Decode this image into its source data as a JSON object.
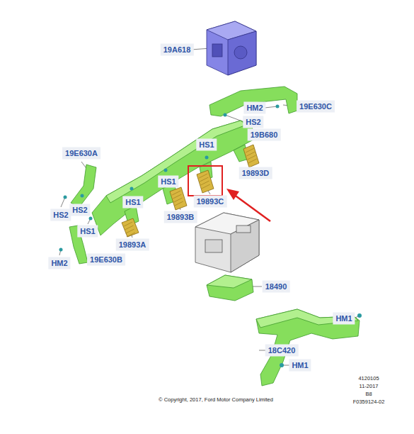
{
  "diagram": {
    "labels": [
      "19A618",
      "HM2",
      "HS2",
      "19E630C",
      "19B680",
      "HS1",
      "19893D",
      "19E630A",
      "HS1",
      "19893C",
      "HS2",
      "HS2",
      "HS1",
      "HS1",
      "19893B",
      "19893A",
      "HM2",
      "19E630B",
      "18490",
      "HM1",
      "18C420",
      "HM1",
      "4120105",
      "11-2017",
      "B8",
      "F0359124-02",
      "© Copyright, 2017, Ford Motor Company Limited"
    ]
  }
}
